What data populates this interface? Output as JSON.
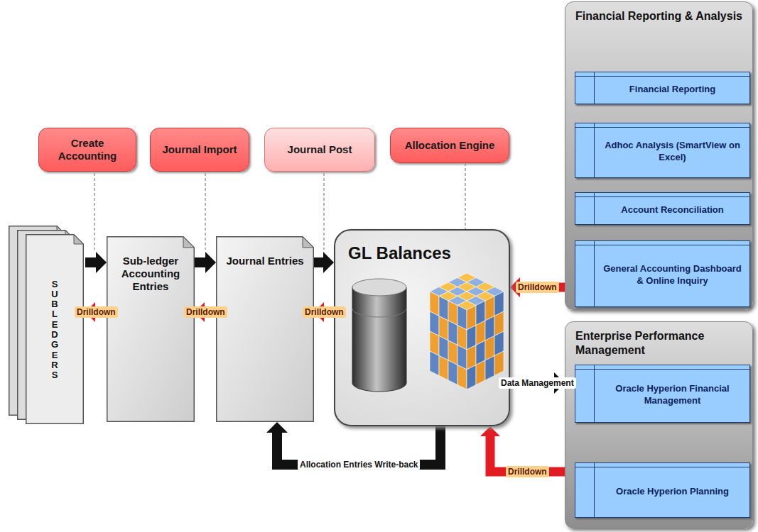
{
  "diagram": {
    "nodes": [
      {
        "text": [
          "Create Accounting"
        ]
      },
      {
        "text": [
          "Journal Import"
        ]
      },
      {
        "text": [
          "Journal Post"
        ]
      },
      {
        "text": [
          "Allocation Engine"
        ]
      },
      {
        "text": [
          "SUBLEDGERS"
        ]
      },
      {
        "text": [
          "Sub-ledger Accounting Entries"
        ]
      },
      {
        "text": [
          "Journal Entries"
        ]
      },
      {
        "text": [
          "GL Balances"
        ]
      },
      {
        "text": [
          "Financial Reporting & Analysis"
        ]
      },
      {
        "text": [
          "Financial Reporting"
        ],
        "in": 8
      },
      {
        "text": [
          "Adhoc Analysis (SmartView on Excel)"
        ],
        "in": 8
      },
      {
        "text": [
          "Account Reconciliation"
        ],
        "in": 8
      },
      {
        "text": [
          "General Accounting Dashboard & Online Inquiry"
        ],
        "in": 8
      },
      {
        "text": [
          "Enterprise Performance Management"
        ]
      },
      {
        "text": [
          "Oracle Hyperion Financial Management"
        ],
        "in": 13
      },
      {
        "text": [
          "Oracle Hyperion Planning"
        ],
        "in": 13
      }
    ],
    "edges": [
      {
        "from": 4,
        "to": 5,
        "arrow": "to"
      },
      {
        "from": 5,
        "to": 4,
        "label": "Drilldown",
        "arrow": "to"
      },
      {
        "from": 5,
        "to": 6,
        "arrow": "to"
      },
      {
        "from": 6,
        "to": 5,
        "label": "Drilldown",
        "arrow": "to"
      },
      {
        "from": 6,
        "to": 7,
        "arrow": "to"
      },
      {
        "from": 7,
        "to": 6,
        "label": "Drilldown",
        "arrow": "to"
      },
      {
        "from": 8,
        "to": 7,
        "label": "Drilldown",
        "arrow": "to"
      },
      {
        "from": 7,
        "to": 13,
        "label": "Data Management",
        "arrow": "to"
      },
      {
        "from": 13,
        "to": 7,
        "label": "Drilldown",
        "arrow": "to"
      },
      {
        "from": 7,
        "to": 6,
        "label": "Allocation Entries Write-back",
        "arrow": "to"
      },
      {
        "from": 3,
        "to": 7,
        "arrow": "none"
      }
    ]
  }
}
